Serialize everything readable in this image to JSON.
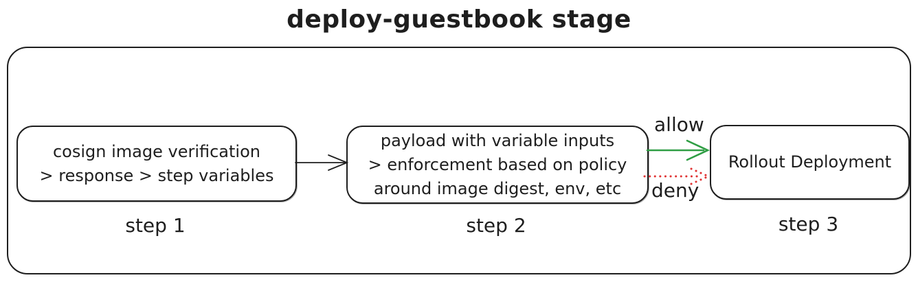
{
  "diagram": {
    "title": "deploy-guestbook stage",
    "steps": [
      {
        "id": "step-1",
        "label": "step 1",
        "lines": [
          "cosign image verification",
          "> response > step variables"
        ]
      },
      {
        "id": "step-2",
        "label": "step 2",
        "lines": [
          "payload with variable inputs",
          "> enforcement based on policy",
          "around image digest, env, etc"
        ]
      },
      {
        "id": "step-3",
        "label": "step 3",
        "lines": [
          "Rollout Deployment"
        ]
      }
    ],
    "arrows": [
      {
        "from": "step-1",
        "to": "step-2",
        "label": "",
        "style": "solid",
        "color": "#1e1e1e"
      },
      {
        "from": "step-2",
        "to": "step-3",
        "label": "allow",
        "style": "solid",
        "color": "#2f9e44"
      },
      {
        "from": "step-2",
        "to": "step-3",
        "label": "deny",
        "style": "dotted",
        "color": "#e03131"
      }
    ],
    "colors": {
      "stroke": "#1e1e1e",
      "allow_green": "#2f9e44",
      "deny_red": "#e03131",
      "background": "#ffffff"
    }
  }
}
